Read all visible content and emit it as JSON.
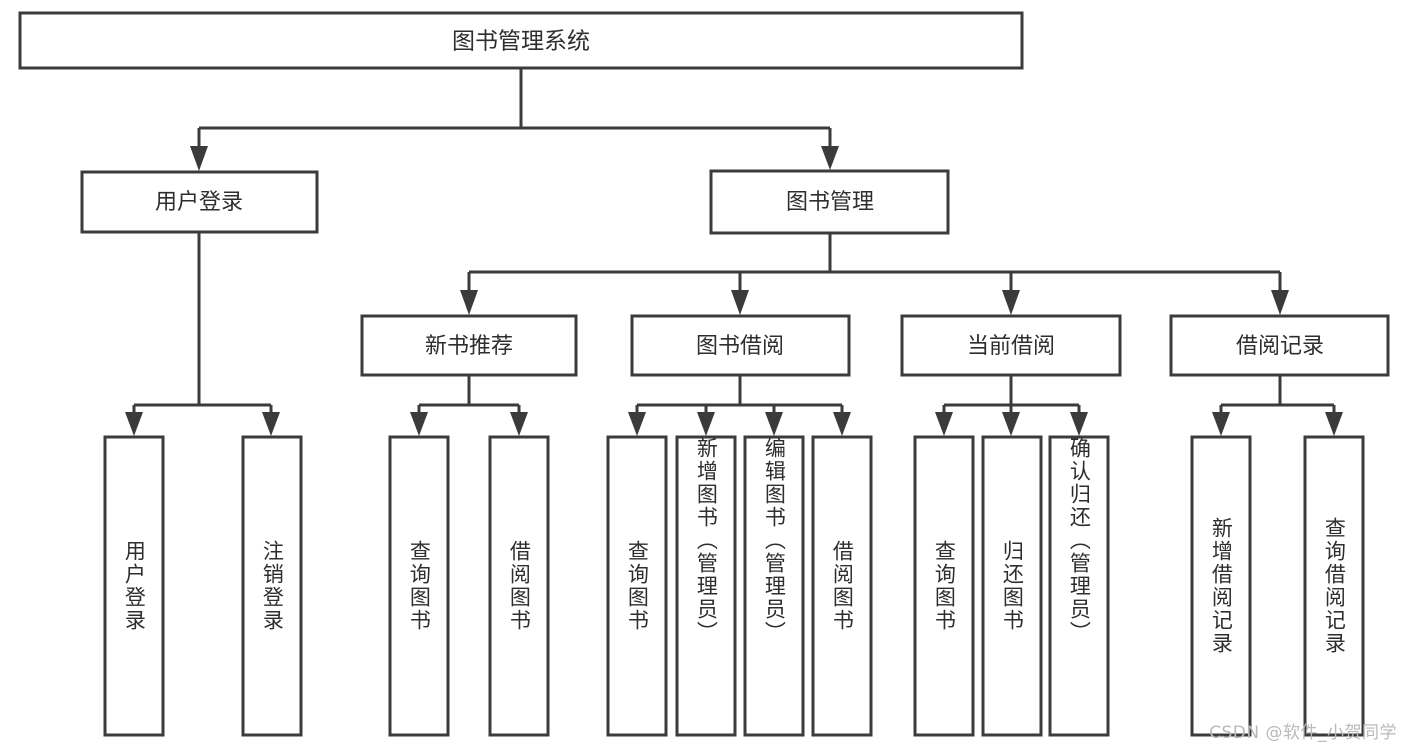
{
  "diagram": {
    "type": "tree-hierarchy",
    "title": "图书管理系统",
    "orientation": "top-down",
    "colors": {
      "background": "#ffffff",
      "box_stroke": "#3b3b3b",
      "box_fill": "#ffffff",
      "text": "#2e2e2e",
      "watermark": "#b9b9b9"
    },
    "root": {
      "label": "图书管理系统"
    },
    "level2": [
      {
        "label": "用户登录"
      },
      {
        "label": "图书管理"
      }
    ],
    "level3": [
      {
        "label": "新书推荐"
      },
      {
        "label": "图书借阅"
      },
      {
        "label": "当前借阅"
      },
      {
        "label": "借阅记录"
      }
    ],
    "leaves": {
      "user_login": [
        {
          "label": "用户登录"
        },
        {
          "label": "注销登录"
        }
      ],
      "new_book_recommend": [
        {
          "label": "查询图书"
        },
        {
          "label": "借阅图书"
        }
      ],
      "book_borrow": [
        {
          "label": "查询图书"
        },
        {
          "label": "新增图书（管理员）"
        },
        {
          "label": "编辑图书（管理员）"
        },
        {
          "label": "借阅图书"
        }
      ],
      "current_borrow": [
        {
          "label": "查询图书"
        },
        {
          "label": "归还图书"
        },
        {
          "label": "确认归还（管理员）"
        }
      ],
      "borrow_record": [
        {
          "label": "新增借阅记录"
        },
        {
          "label": "查询借阅记录"
        }
      ]
    }
  },
  "watermark": {
    "text": "CSDN @软件_小贺同学"
  }
}
